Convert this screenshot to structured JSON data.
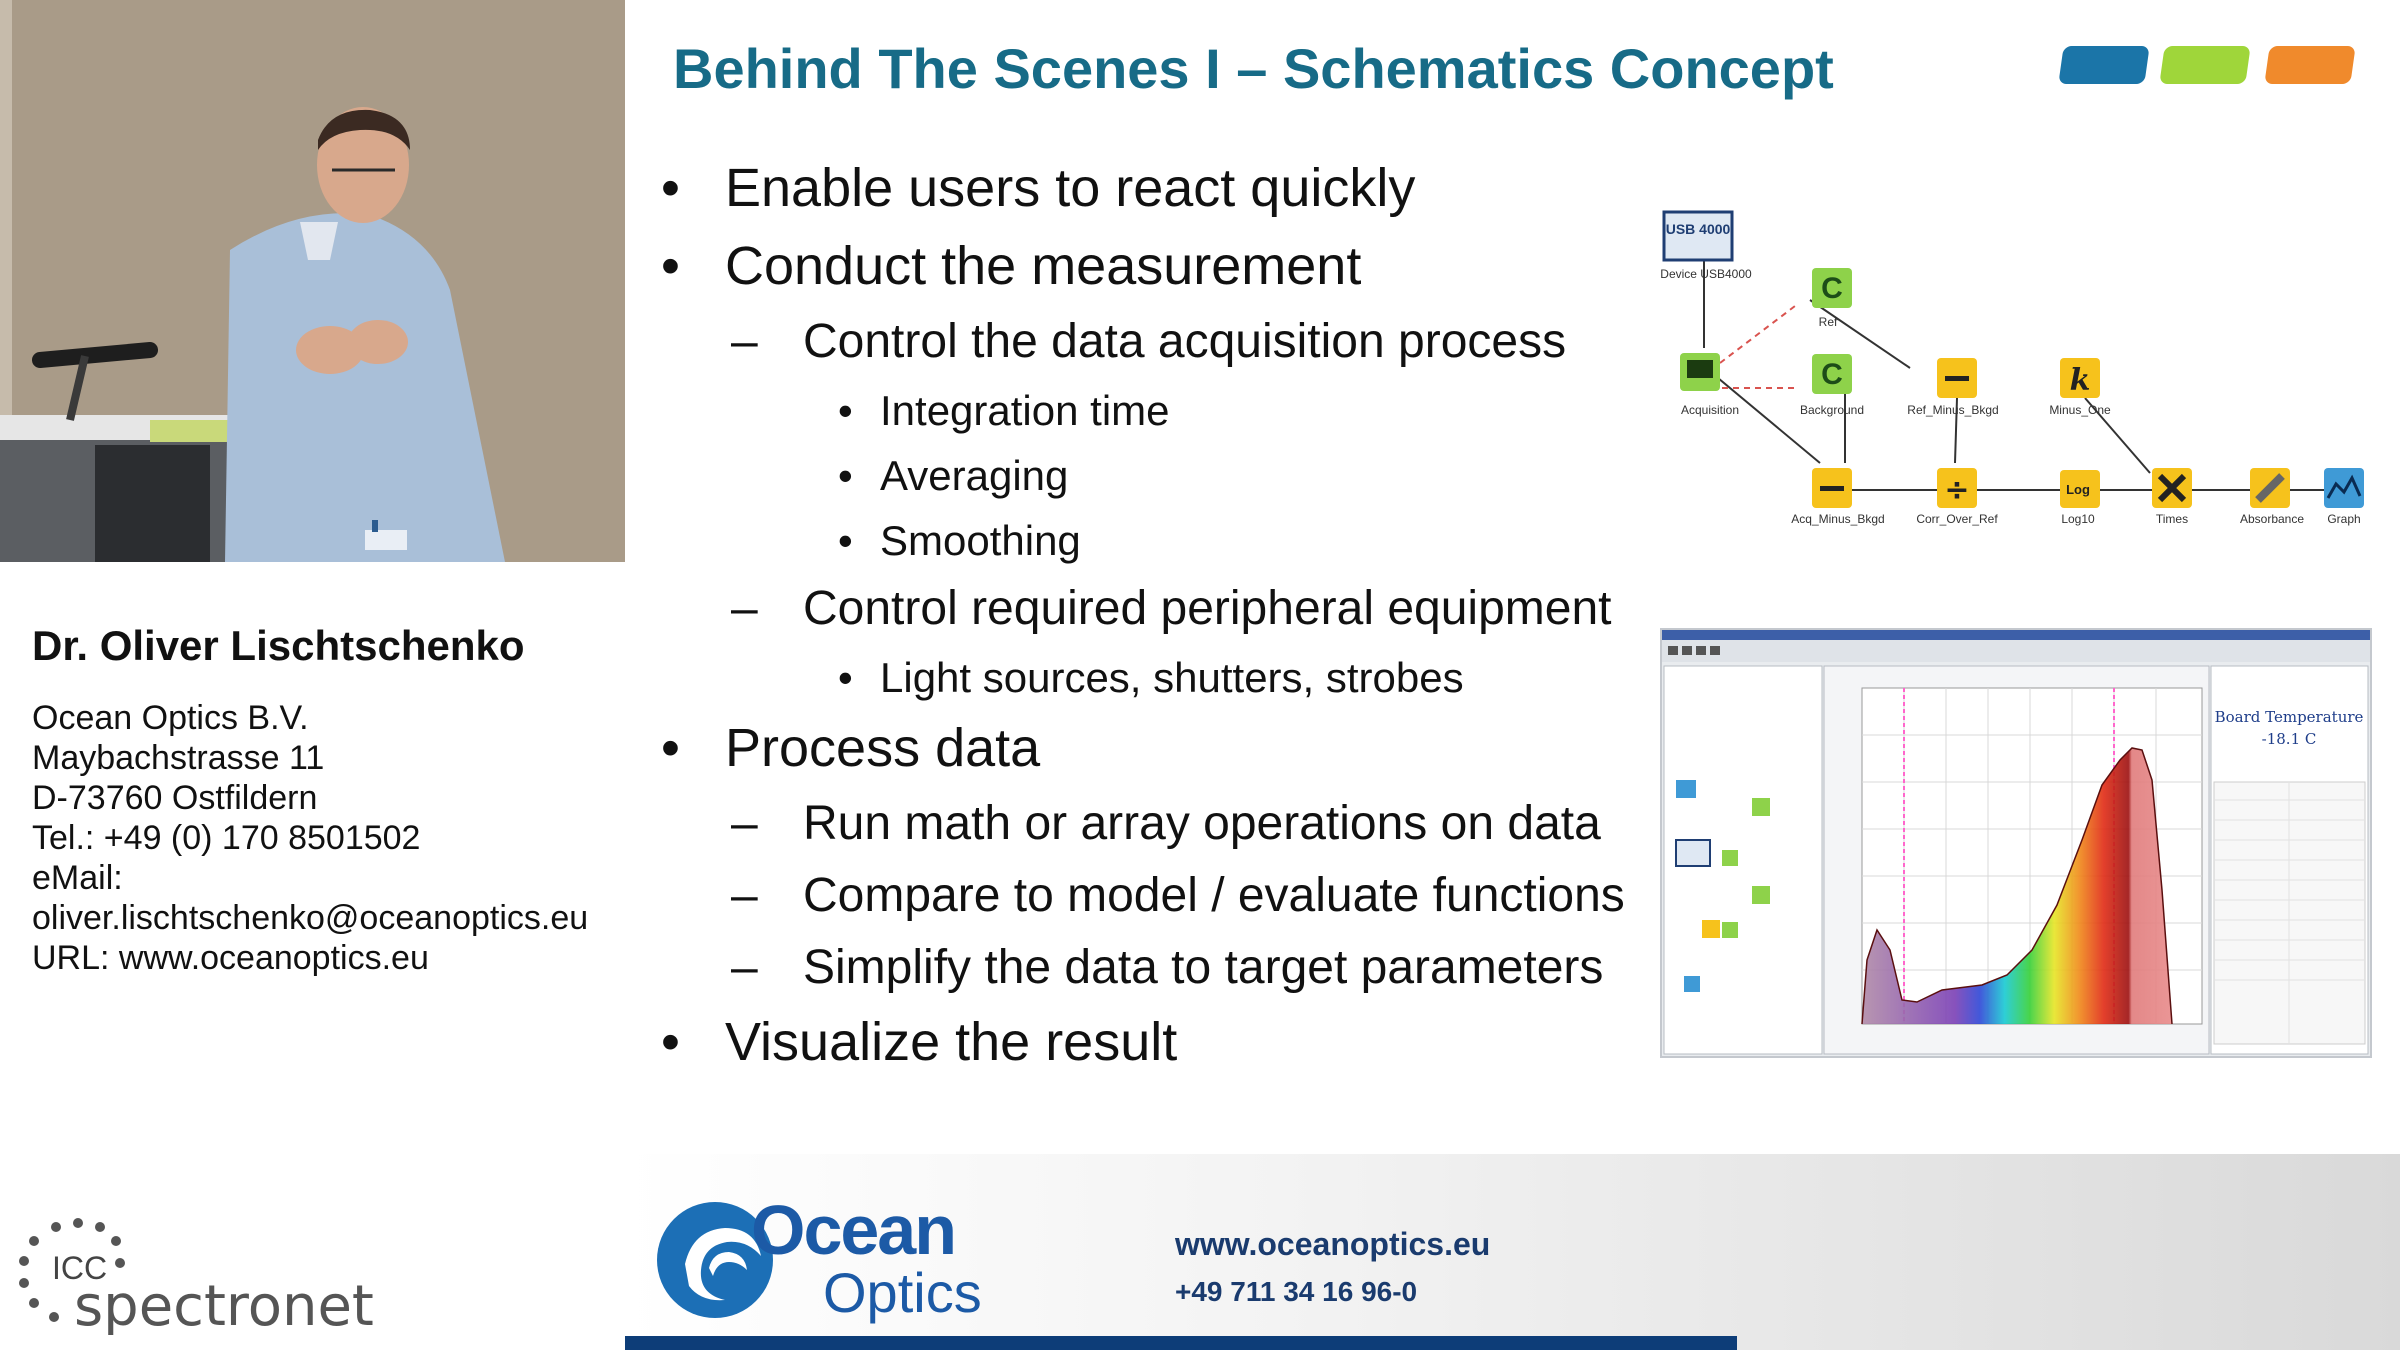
{
  "speaker": {
    "name": "Dr. Oliver Lischtschenko",
    "company": "Ocean Optics B.V.",
    "street": "Maybachstrasse 11",
    "city": "D-73760 Ostfildern",
    "tel": "Tel.: +49 (0) 170 8501502",
    "email_label": "eMail:",
    "email": "oliver.lischtschenko@oceanoptics.eu",
    "url": "URL: www.oceanoptics.eu"
  },
  "icc_logo": {
    "line1": "ICC",
    "line2": "spectronet"
  },
  "slide": {
    "title": "Behind The Scenes I – Schematics Concept",
    "accent_colors": [
      "#1b75a8",
      "#9fd63a",
      "#f08a2c"
    ],
    "bullets": [
      {
        "level": 1,
        "text": "Enable users to react quickly"
      },
      {
        "level": 1,
        "text": "Conduct the measurement"
      },
      {
        "level": 2,
        "text": "Control the data acquisition process"
      },
      {
        "level": 3,
        "text": "Integration time"
      },
      {
        "level": 3,
        "text": "Averaging"
      },
      {
        "level": 3,
        "text": "Smoothing"
      },
      {
        "level": 2,
        "text": "Control required peripheral equipment"
      },
      {
        "level": 3,
        "text": "Light sources, shutters, strobes"
      },
      {
        "level": 1,
        "text": "Process data"
      },
      {
        "level": 2,
        "text": "Run math or array operations on data"
      },
      {
        "level": 2,
        "text": "Compare to model / evaluate functions"
      },
      {
        "level": 2,
        "text": "Simplify the data to target parameters"
      },
      {
        "level": 1,
        "text": "Visualize the result"
      }
    ],
    "schematic": {
      "device_badge": "USB 4000",
      "nodes": {
        "device": "Device USB4000",
        "ref": "Ref",
        "acquisition": "Acquisition",
        "background": "Background",
        "ref_minus_bkgd": "Ref_Minus_Bkgd",
        "minus_one": "Minus_One",
        "acq_minus_bkgd": "Acq_Minus_Bkgd",
        "corr_over_ref": "Corr_Over_Ref",
        "log10": "Log10",
        "times": "Times",
        "absorbance": "Absorbance",
        "graph": "Graph"
      }
    },
    "software": {
      "readout_label": "Board Temperature",
      "readout_value": "-18.1 C"
    }
  },
  "footer": {
    "brand_line1": "Ocean",
    "brand_line2": "Optics",
    "website": "www.oceanoptics.eu",
    "phone": "+49 711 34 16 96-0"
  }
}
